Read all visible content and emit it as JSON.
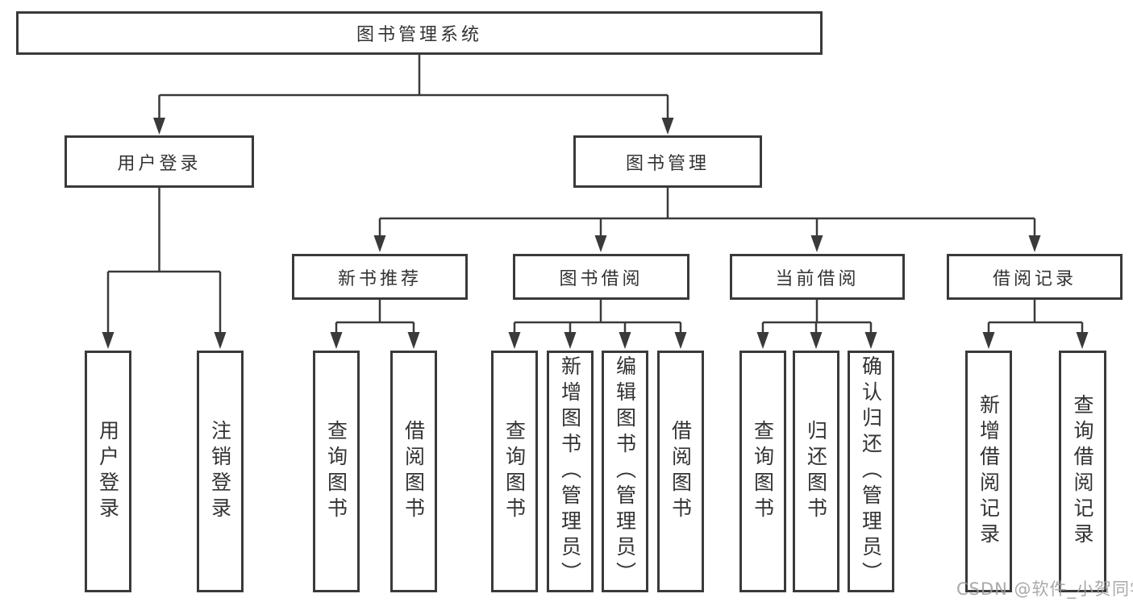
{
  "diagram": {
    "root": "图书管理系统",
    "level2": {
      "user_login": "用户登录",
      "book_mgmt": "图书管理"
    },
    "level3": {
      "new_book_rec": "新书推荐",
      "book_borrow": "图书借阅",
      "current_borrow": "当前借阅",
      "borrow_records": "借阅记录"
    },
    "leaves": {
      "user_login": "用户登录",
      "logout": "注销登录",
      "rec_query_book": "查询图书",
      "rec_borrow_book": "借阅图书",
      "bor_query_book": "查询图书",
      "bor_add_book": "新增图书（管理员）",
      "bor_edit_book": "编辑图书（管理员）",
      "bor_borrow_book": "借阅图书",
      "cur_query_book": "查询图书",
      "cur_return_book": "归还图书",
      "cur_confirm_return": "确认归还（管理员）",
      "rcd_add_record": "新增借阅记录",
      "rcd_query_record": "查询借阅记录"
    },
    "colors": {
      "line": "#3a3a3a",
      "text": "#333333",
      "watermark": "#9b9b9b",
      "background": "#ffffff"
    }
  },
  "watermark": "CSDN @软件_小贺同学"
}
